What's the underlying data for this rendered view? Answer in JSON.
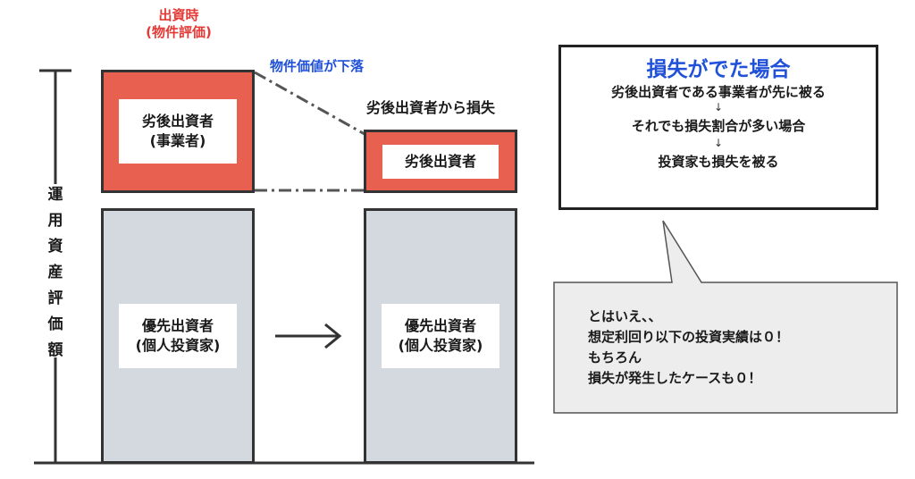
{
  "header": {
    "at_investment_line1": "出資時",
    "at_investment_line2": "(物件評価)",
    "price_drop": "物件価値が下落",
    "loss_from_subordinate": "劣後出資者から損失"
  },
  "axis": {
    "label_chars": [
      "運",
      "用",
      "資",
      "産",
      "評",
      "価",
      "額"
    ]
  },
  "left_column": {
    "subordinate_line1": "劣後出資者",
    "subordinate_line2": "(事業者)",
    "priority_line1": "優先出資者",
    "priority_line2": "(個人投資家)"
  },
  "right_column": {
    "subordinate": "劣後出資者",
    "priority_line1": "優先出資者",
    "priority_line2": "(個人投資家)"
  },
  "arrow_symbol": "→",
  "info_box": {
    "title": "損失がでた場合",
    "line1": "劣後出資者である事業者が先に被る",
    "arrow1": "↓",
    "line2": "それでも損失割合が多い場合",
    "arrow2": "↓",
    "line3": "投資家も損失を被る"
  },
  "bubble": {
    "line1": "とはいえ、、",
    "line2": "想定利回り以下の投資実績は０！",
    "line3": "もちろん",
    "line4": "損失が発生したケースも０！"
  },
  "colors": {
    "red": "#e8604f",
    "gray": "#d4d9df",
    "blue": "#2051d8",
    "label_red": "#e53935"
  }
}
